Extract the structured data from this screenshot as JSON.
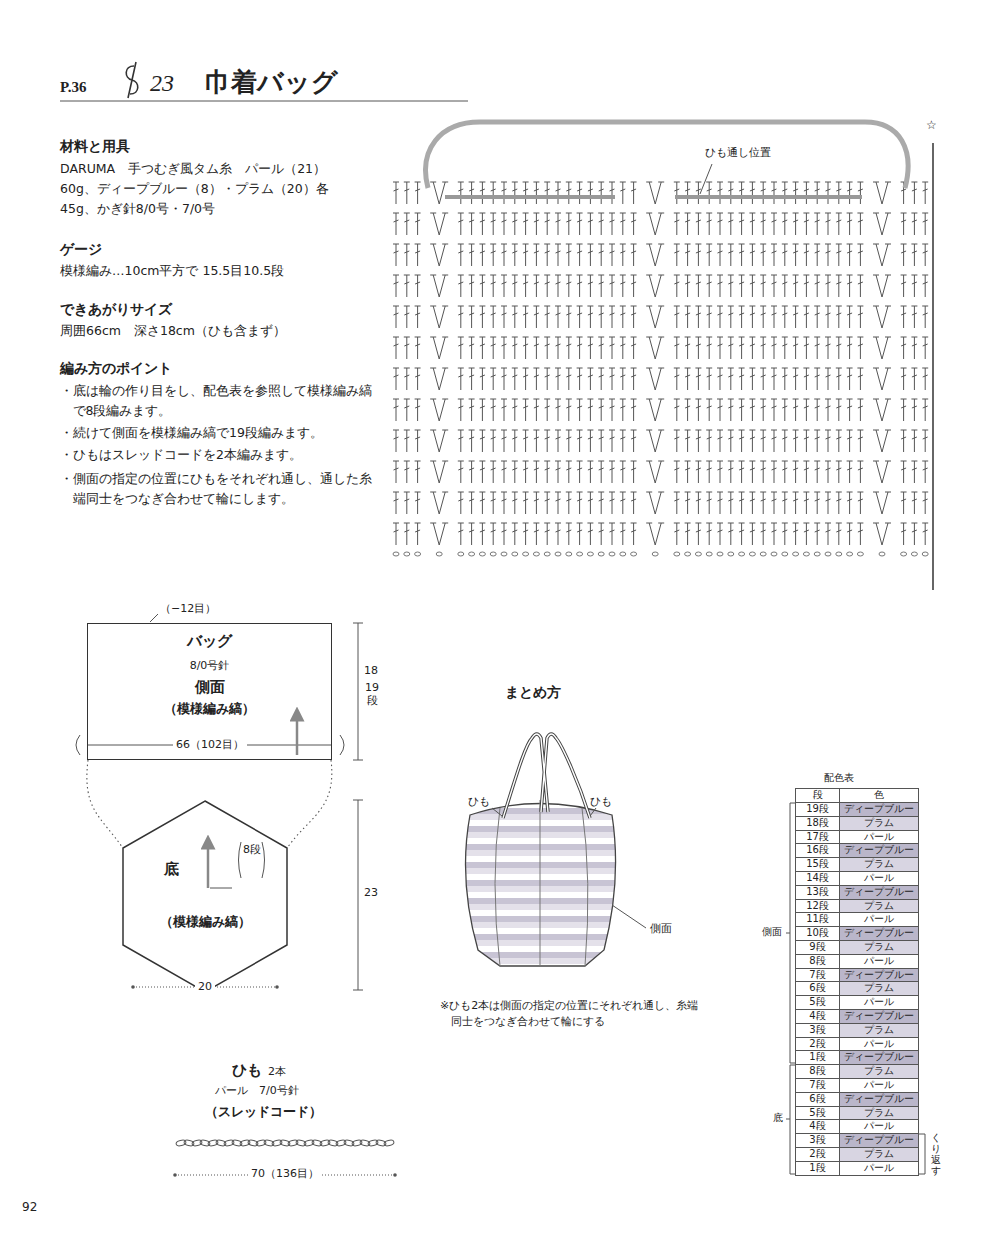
{
  "diagram": {
    "title": "巾着バッグ",
    "nodes": [
      {
        "text": [
          "バッグ",
          "8/0号針",
          "側面",
          "（模様編み縞）"
        ]
      },
      {
        "text": [
          "底",
          "（模様編み縞）"
        ]
      }
    ],
    "edges": [
      {
        "from": 0,
        "to": 1,
        "arrow": "none"
      },
      {
        "from": 0,
        "to": 1,
        "arrow": "none"
      }
    ],
    "labels": [
      "P.36",
      "23",
      "材料と用具",
      "DARUMA　手つむぎ風タム糸　パール（21）60g、ディープブルー（8）・プラム（20）各45g、かぎ針8/0号・7/0号",
      "ゲージ",
      "模様編み…10cm平方で 15.5目10.5段",
      "できあがりサイズ",
      "周囲66cm　深さ18cm（ひも含まず）",
      "編み方のポイント",
      "・底は輪の作り目をし、配色表を参照して模様編み縞で8段編みます。",
      "・続けて側面を模様編み縞で19段編みます。",
      "・ひもはスレッドコードを2本編みます。",
      "・側面の指定の位置にひもをそれぞれ通し、通した糸端同士をつなぎ合わせて輪にします。",
      "ひも通し位置",
      "☆",
      "（−12目）",
      "66（102目）",
      "18",
      "19段",
      "8段",
      "23",
      "20",
      "ひも",
      "2本",
      "パール　7/0号針",
      "（スレッドコード）",
      "70（136目）",
      "まとめ方",
      "ひも",
      "ひも",
      "側面",
      "※ひも2本は側面の指定の位置にそれぞれ通し、糸端同士をつなぎ合わせて輪にする",
      "配色表",
      "段",
      "色",
      "19段",
      "ディープブルー",
      "18段",
      "プラム",
      "17段",
      "パール",
      "16段",
      "ディープブルー",
      "15段",
      "プラム",
      "14段",
      "パール",
      "13段",
      "ディープブルー",
      "12段",
      "プラム",
      "11段",
      "パール",
      "10段",
      "ディープブルー",
      "9段",
      "プラム",
      "8段",
      "パール",
      "7段",
      "ディープブルー",
      "6段",
      "プラム",
      "5段",
      "パール",
      "4段",
      "ディープブルー",
      "3段",
      "プラム",
      "2段",
      "パール",
      "1段",
      "ディープブルー",
      "8段",
      "プラム",
      "7段",
      "パール",
      "6段",
      "ディープブルー",
      "5段",
      "プラム",
      "4段",
      "パール",
      "3段",
      "ディープブルー",
      "2段",
      "プラム",
      "1段",
      "パール",
      "側面",
      "底",
      "くり返す",
      "92"
    ]
  }
}
